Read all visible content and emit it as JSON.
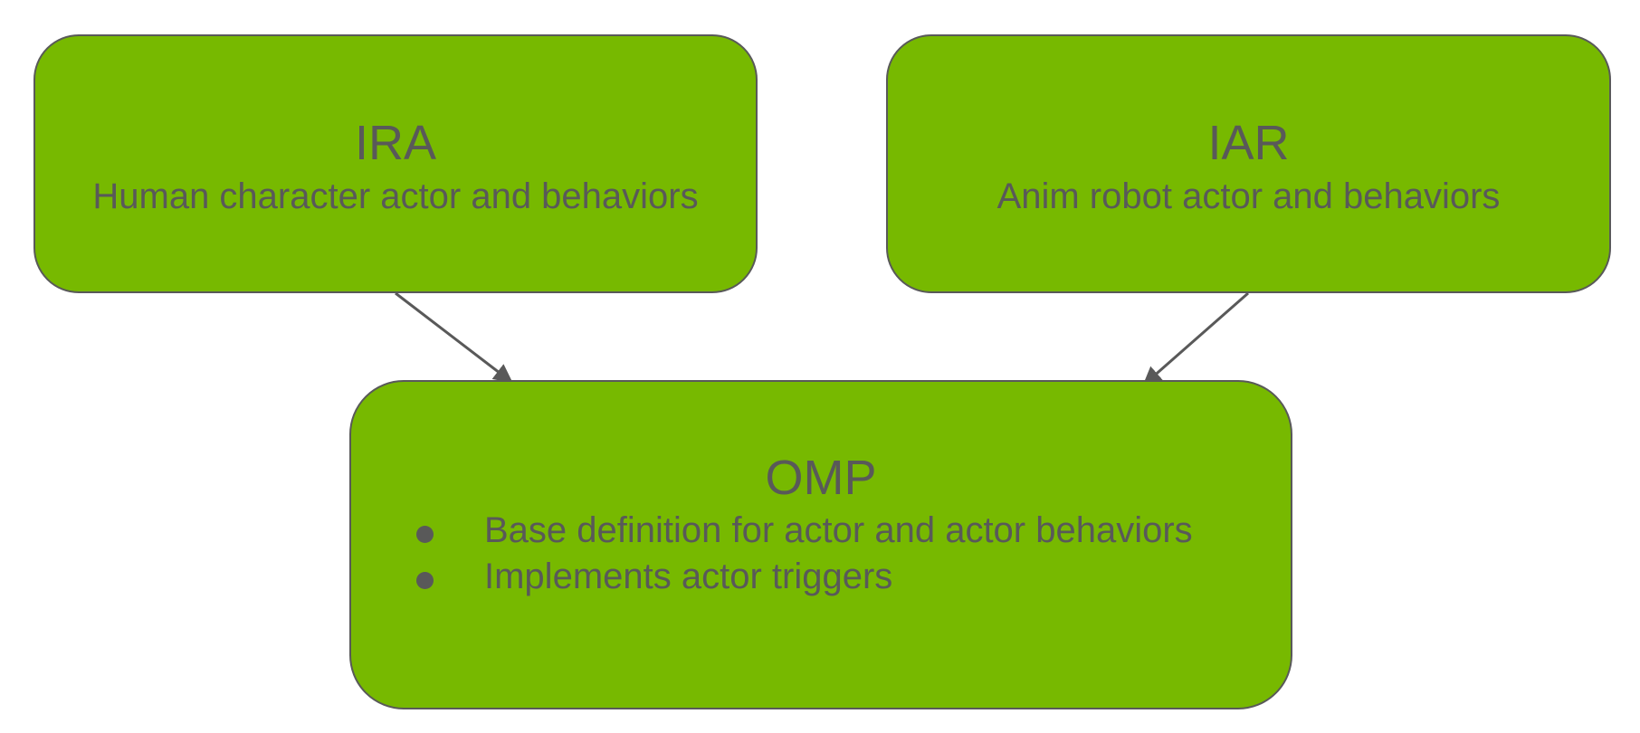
{
  "nodes": {
    "ira": {
      "title": "IRA",
      "subtitle": "Human character actor and behaviors"
    },
    "iar": {
      "title": "IAR",
      "subtitle": "Anim robot actor and behaviors"
    },
    "omp": {
      "title": "OMP",
      "bullets": [
        "Base definition for actor and actor behaviors",
        "Implements actor triggers"
      ]
    }
  },
  "edges": [
    {
      "from": "IRA",
      "to": "OMP"
    },
    {
      "from": "IAR",
      "to": "OMP"
    }
  ],
  "colors": {
    "node_fill": "#77b900",
    "node_border": "#595959",
    "text": "#595959",
    "arrow": "#595959"
  }
}
